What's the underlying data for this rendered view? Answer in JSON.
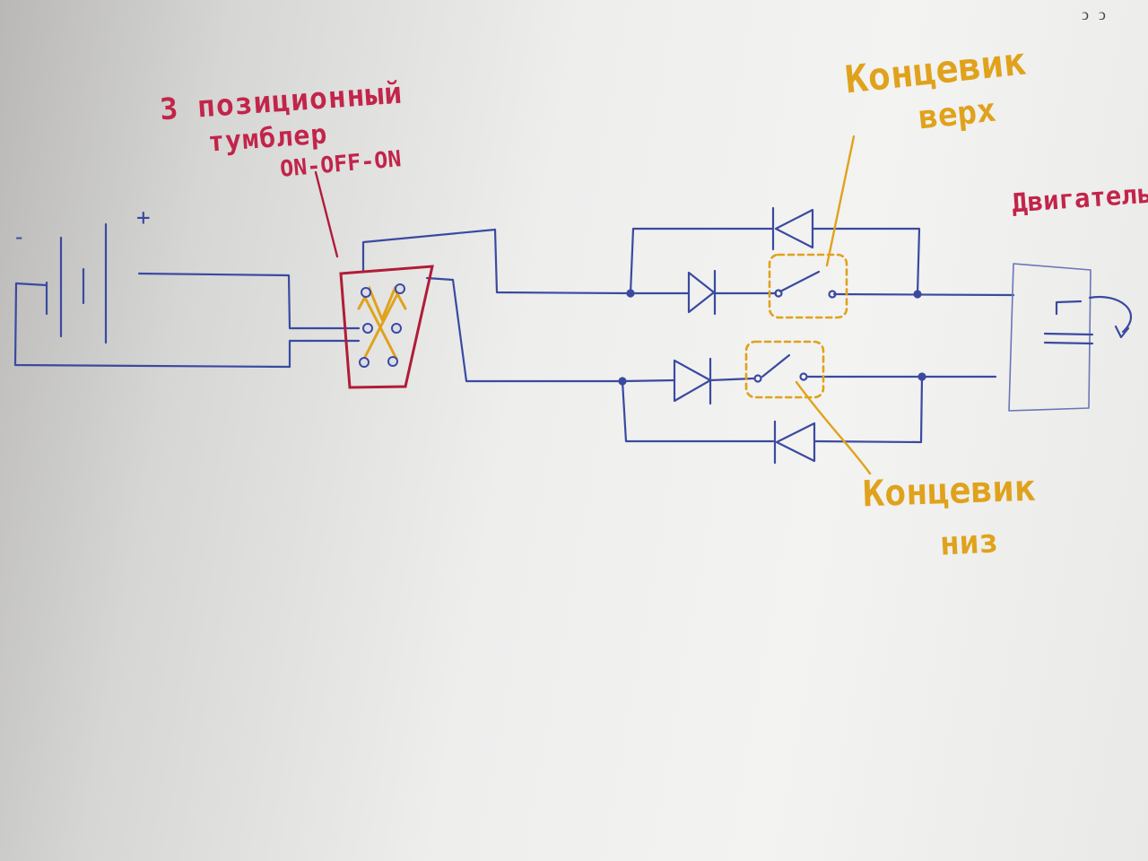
{
  "labels": {
    "switch_line1": "3 позиционный",
    "switch_line2": "тумблер",
    "switch_line3": "ON-OFF-ON",
    "limit_top_line1": "Концевик",
    "limit_top_line2": "верх",
    "limit_bottom_line1": "Концевик",
    "limit_bottom_line2": "низ",
    "motor": "Двигатель",
    "battery_minus": "-",
    "battery_plus": "+",
    "corner_mark": "ↄ ↄ"
  },
  "colors": {
    "wire": "#3a4aa0",
    "switch_box": "#b01c38",
    "annotation_red": "#c2244a",
    "annotation_gold": "#e0a21c"
  },
  "icons": {
    "battery": "battery-icon",
    "toggle_switch": "toggle-switch-icon",
    "diode": "diode-icon",
    "limit_switch": "limit-switch-icon",
    "motor": "motor-icon"
  }
}
